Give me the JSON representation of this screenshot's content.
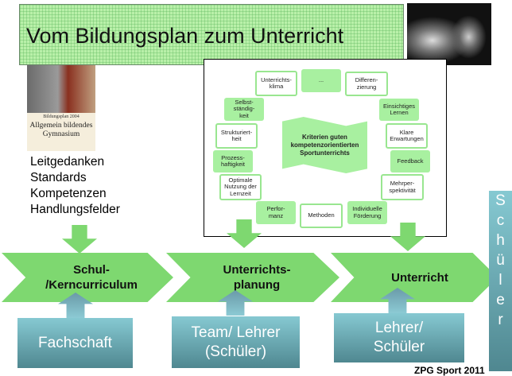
{
  "title": "Vom Bildungsplan zum Unterricht",
  "book": {
    "small": "Bildungsplan 2004",
    "title": "Allgemein bildendes Gymnasium"
  },
  "left_list": [
    "Leitgedanken",
    "Standards",
    "Kompetenzen",
    "Handlungsfelder"
  ],
  "criteria": {
    "center": "Kriterien guten kompetenzorientierten Sportunterrichts",
    "items": [
      "Unterrichts-\nklima",
      "...",
      "Differen-\nzierung",
      "Selbst-\nständig-\nkeit",
      "Einsichtiges\nLernen",
      "Strukturiert-\nheit",
      "Klare\nErwartungen",
      "Prozess-\nhaftigkeit",
      "Feedback",
      "Optimale\nNutzung der\nLernzeit",
      "Mehrper-\nspektivität",
      "Perfor-\nmanz",
      "Methoden",
      "Individuelle\nFörderung"
    ]
  },
  "stages": [
    "Schul-\n/Kerncurriculum",
    "Unterrichts-\nplanung",
    "Unterricht"
  ],
  "actors": [
    "Fachschaft",
    "Team/ Lehrer\n(Schüler)",
    "Lehrer/\nSchüler"
  ],
  "side_label": [
    "S",
    "c",
    "h",
    "ü",
    "l",
    "e",
    "r"
  ],
  "footer": "ZPG Sport 2011",
  "colors": {
    "green": "#7ed870",
    "light_green": "#a8f0a0",
    "teal": "#6aaab4"
  }
}
